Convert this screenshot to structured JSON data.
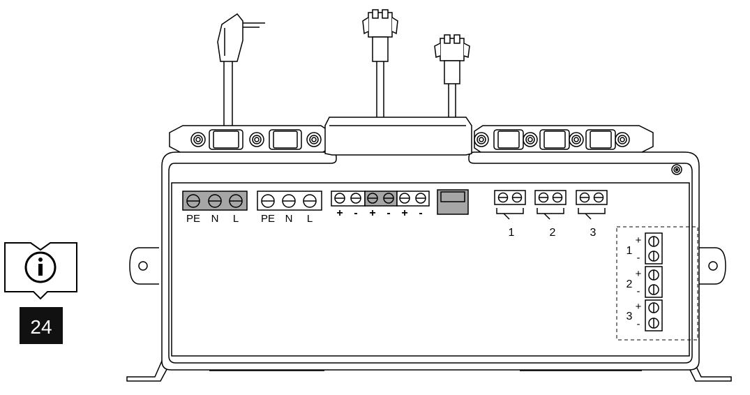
{
  "info_badge": {
    "icon": "info-book-icon",
    "page_number": "24"
  },
  "mains_blocks": [
    {
      "id": "mains-block-1",
      "fill": "#a6a6a6",
      "labels": [
        "PE",
        "N",
        "L"
      ]
    },
    {
      "id": "mains-block-2",
      "fill": "#ffffff",
      "labels": [
        "PE",
        "N",
        "L"
      ]
    }
  ],
  "dc_block": {
    "groups": [
      {
        "fill": "#ffffff",
        "signs": [
          "+",
          "-"
        ]
      },
      {
        "fill": "#a6a6a6",
        "signs": [
          "+",
          "-"
        ]
      },
      {
        "fill": "#ffffff",
        "signs": [
          "+",
          "-"
        ]
      }
    ]
  },
  "small_terminals": [
    "1",
    "2",
    "3"
  ],
  "side_terminals": [
    {
      "num": "1",
      "plus": "+",
      "minus": "-"
    },
    {
      "num": "2",
      "plus": "+",
      "minus": "-"
    },
    {
      "num": "3",
      "plus": "+",
      "minus": "-"
    }
  ],
  "colors": {
    "line": "#000000",
    "fill_grey": "#a6a6a6",
    "badge_bg": "#111111"
  }
}
